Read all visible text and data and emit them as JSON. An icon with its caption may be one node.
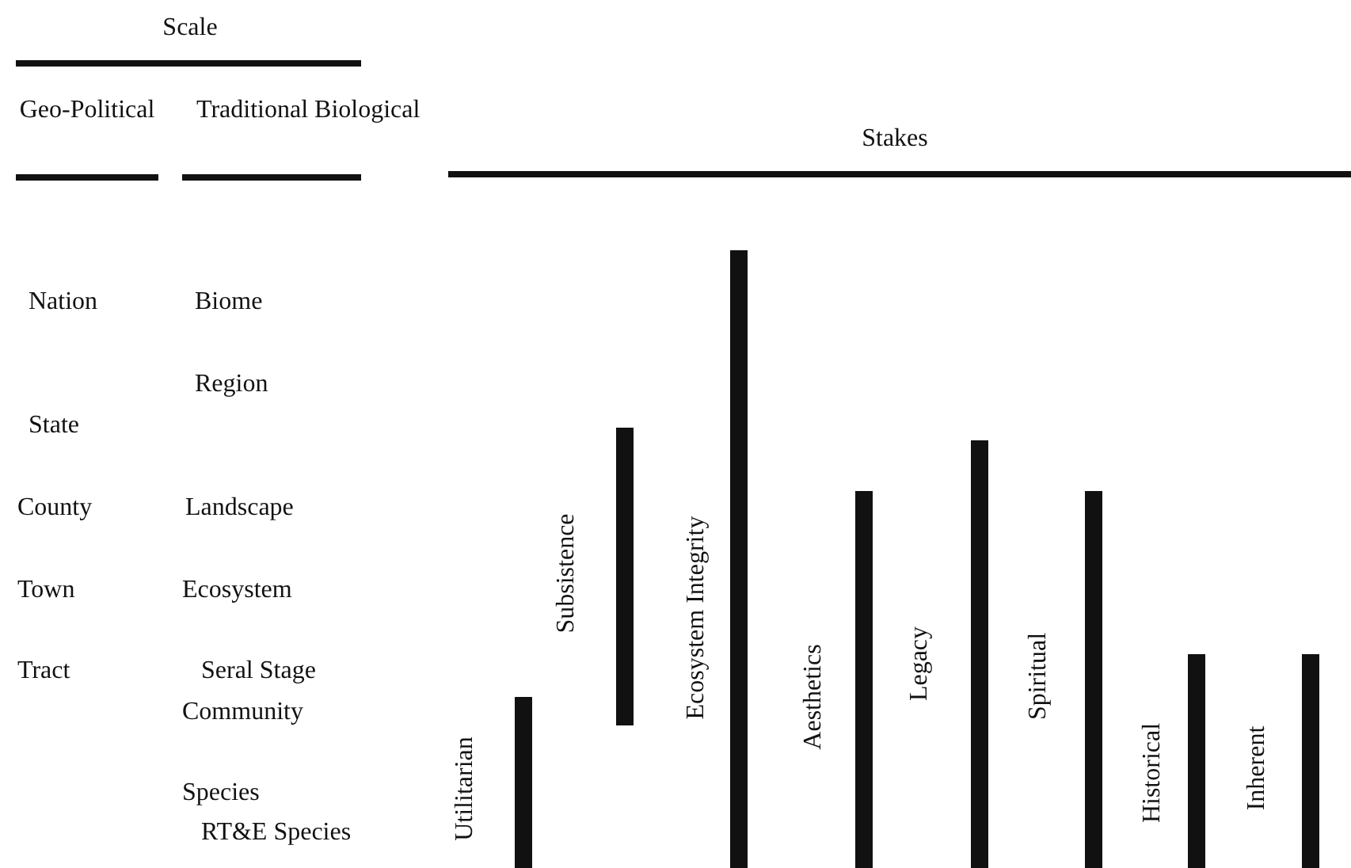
{
  "diagram": {
    "nodes": [
      {
        "text": [],
        "shape": "bar",
        "beside": [
          "Utilitarian"
        ]
      },
      {
        "text": [],
        "shape": "bar",
        "beside": [
          "Subsistence"
        ]
      },
      {
        "text": [],
        "shape": "bar",
        "beside": [
          "Ecosystem Integrity"
        ]
      },
      {
        "text": [],
        "shape": "bar",
        "beside": [
          "Aesthetics"
        ]
      },
      {
        "text": [],
        "shape": "bar",
        "beside": [
          "Legacy"
        ]
      },
      {
        "text": [],
        "shape": "bar",
        "beside": [
          "Spiritual"
        ]
      },
      {
        "text": [],
        "shape": "bar",
        "beside": [
          "Historical"
        ]
      },
      {
        "text": [],
        "shape": "bar",
        "beside": [
          "Inherent"
        ]
      }
    ],
    "labels": [
      "Scale",
      "Geo-Political",
      "Traditional Biological",
      "Stakes",
      "Nation",
      "Biome",
      "Region",
      "State",
      "County",
      "Landscape",
      "Town",
      "Ecosystem",
      "Tract",
      "Seral Stage",
      "Community",
      "Species",
      "RT&E Species"
    ]
  }
}
